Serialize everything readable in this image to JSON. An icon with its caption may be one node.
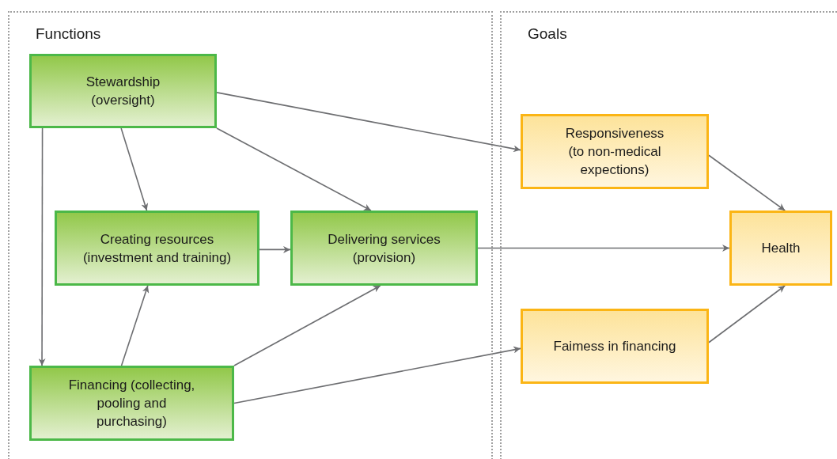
{
  "diagram": {
    "nodes": [
      {
        "text": [
          "Functions"
        ]
      },
      {
        "text": [
          "Stewardship (oversight)"
        ],
        "in": 0
      },
      {
        "text": [
          "Creating resources (investment and training)"
        ],
        "in": 0
      },
      {
        "text": [
          "Delivering services (provision)"
        ],
        "in": 0
      },
      {
        "text": [
          "Financing (collecting, pooling and purchasing)"
        ],
        "in": 0
      },
      {
        "text": [
          "Goals"
        ]
      },
      {
        "text": [
          "Responsiveness (to non-medical expections)"
        ],
        "in": 5
      },
      {
        "text": [
          "Health"
        ],
        "in": 5
      },
      {
        "text": [
          "Faimess in financing"
        ],
        "in": 5
      }
    ],
    "edges": [
      {
        "from": 1,
        "to": 6,
        "arrow": "to"
      },
      {
        "from": 1,
        "to": 2,
        "arrow": "to"
      },
      {
        "from": 1,
        "to": 3,
        "arrow": "to"
      },
      {
        "from": 1,
        "to": 4,
        "arrow": "to"
      },
      {
        "from": 2,
        "to": 3,
        "arrow": "to"
      },
      {
        "from": 4,
        "to": 2,
        "arrow": "to"
      },
      {
        "from": 4,
        "to": 3,
        "arrow": "to"
      },
      {
        "from": 4,
        "to": 8,
        "arrow": "to"
      },
      {
        "from": 3,
        "to": 7,
        "arrow": "to"
      },
      {
        "from": 6,
        "to": 7,
        "arrow": "to"
      },
      {
        "from": 8,
        "to": 7,
        "arrow": "to"
      }
    ]
  }
}
